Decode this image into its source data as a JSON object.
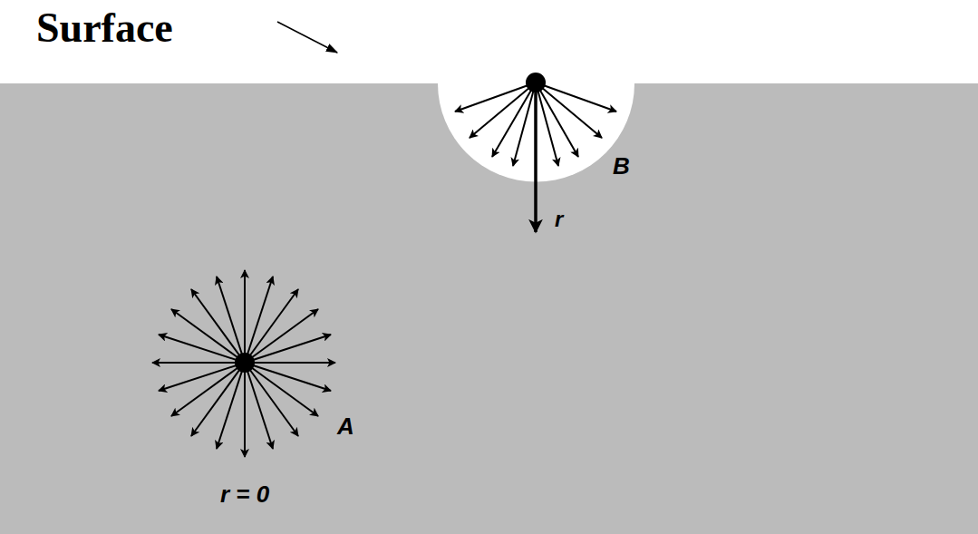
{
  "diagram": {
    "labels": [
      "Surface",
      "B",
      "r",
      "A",
      "r = 0"
    ]
  }
}
